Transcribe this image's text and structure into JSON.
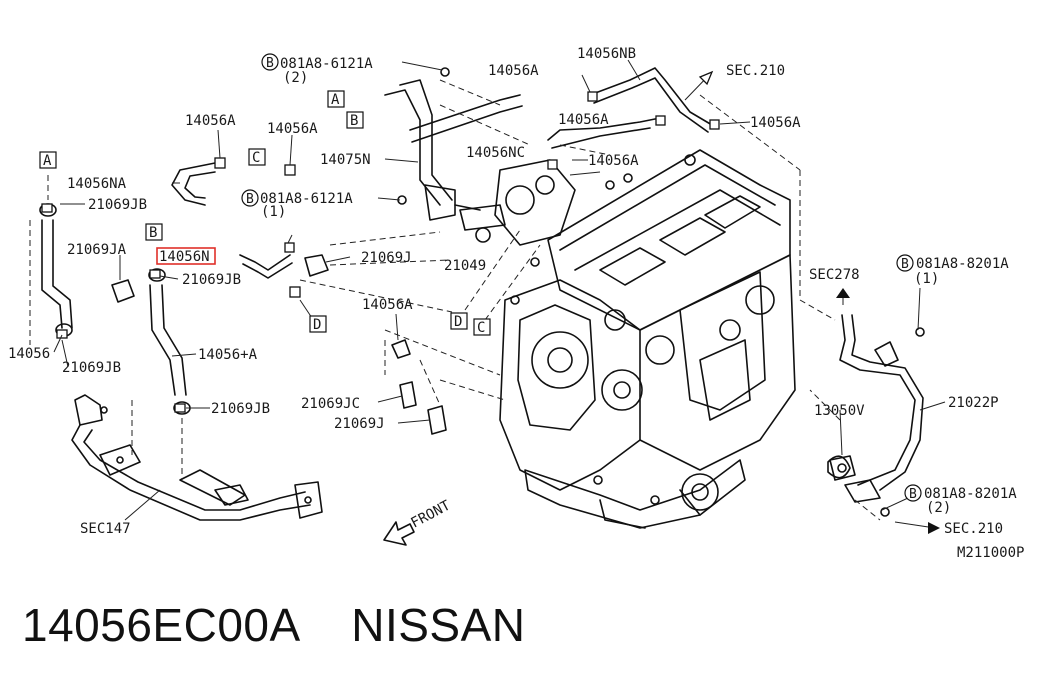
{
  "diagram": {
    "callouts": [
      "081A8-6121A",
      "(2)",
      "14056NB",
      "14056A",
      "SEC.210",
      "14056A",
      "14056A",
      "14056A",
      "14075N",
      "14056NC",
      "14056A",
      "14056NA",
      "21069JB",
      "081A8-6121A",
      "(1)",
      "14056A",
      "21069JA",
      "14056N",
      "21069J",
      "21069JB",
      "21049",
      "14056",
      "21069JB",
      "14056A",
      "14056+A",
      "21069JB",
      "21069JC",
      "21069J",
      "SEC278",
      "081A8-8201A",
      "(1)",
      "13050V",
      "21022P",
      "081A8-8201A",
      "(2)",
      "SEC.210",
      "SEC147",
      "FRONT",
      "M211000P"
    ],
    "refs": [
      "A",
      "B",
      "C",
      "A",
      "B",
      "C",
      "D",
      "D"
    ],
    "bolt_marker": "B"
  },
  "footer": {
    "title": "14056EC00A    NISSAN"
  }
}
